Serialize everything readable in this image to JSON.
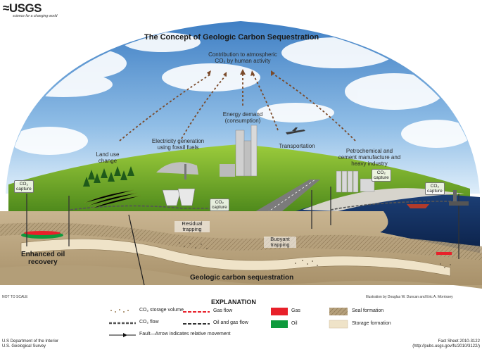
{
  "header": {
    "logo_text": "≈USGS",
    "tagline": "science for a changing world"
  },
  "title": "The Concept of Geologic Carbon Sequestration",
  "labels": {
    "contribution_line1": "Contribution to atmospheric",
    "contribution_line2": "CO₂ by human activity",
    "energy_line1": "Energy demand",
    "energy_line2": "(consumption)",
    "electricity_line1": "Electricity generation",
    "electricity_line2": "using fossil fuels",
    "land_use_line1": "Land use",
    "land_use_line2": "change",
    "transportation": "Transportation",
    "petro_line1": "Petrochemical and",
    "petro_line2": "cement manufacture and",
    "petro_line3": "heavy industry",
    "co2_capture_line1": "CO₂",
    "co2_capture_line2": "capture",
    "residual_line1": "Residual",
    "residual_line2": "trapping",
    "buoyant_line1": "Buoyant",
    "buoyant_line2": "trapping",
    "eor_line1": "Enhanced oil",
    "eor_line2": "recovery",
    "geologic_sequestration": "Geologic carbon sequestration",
    "not_to_scale": "NOT TO SCALE",
    "credit": "Illustration by Douglas W. Duncan and Eric A. Morrissey"
  },
  "legend": {
    "heading": "EXPLANATION",
    "items": {
      "storage_volume": "CO₂ storage volume",
      "co2_flow": "CO₂ flow",
      "fault": "Fault—Arrow indicates relative movement",
      "gas_flow": "Gas flow",
      "oil_gas_flow": "Oil and gas flow",
      "gas": "Gas",
      "oil": "Oil",
      "seal": "Seal formation",
      "storage_formation": "Storage formation"
    },
    "colors": {
      "gas": "#e8202a",
      "oil": "#0e9a3c",
      "seal": "#b9a585",
      "storage": "#efe3c8"
    }
  },
  "footer": {
    "left_line1": "U.S Department of the Interior",
    "left_line2": "U.S. Geological Survey",
    "right_line1": "Fact Sheet 2010-3122",
    "right_line2": "(http://pubs.usgs.gov/fs/2010/3122/)"
  }
}
